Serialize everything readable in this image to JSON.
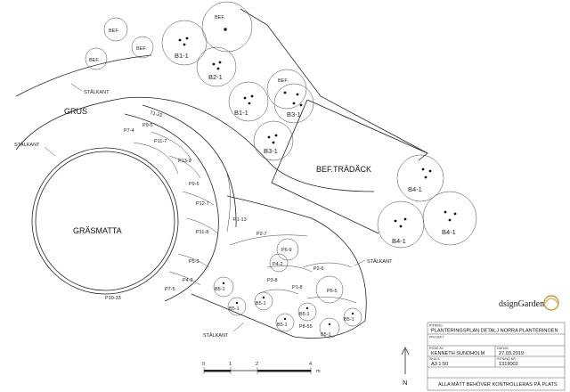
{
  "areas": {
    "grus": "GRUS",
    "grasmatta": "GRÄSMATTA",
    "tradack": "BEF.TRÄDÄCK",
    "stalkant": "STÅLKANT"
  },
  "trees": {
    "bef": "BEF.",
    "b1_1": "B1-1",
    "b2_1": "B2-1",
    "b3_1": "B3-1",
    "b4_1": "B4-1",
    "b5_1": "B5-1"
  },
  "beds": {
    "t1_22": "T1-22",
    "p7_4": "P7-4",
    "p9_5a": "P9-5",
    "p11_7": "P11-7",
    "p13_9": "P13-9",
    "p9_5b": "P9-5",
    "p12_7": "P12-7",
    "p11_8": "P11-8",
    "p5_3": "P5-3",
    "p4_2a": "P4-2",
    "p7_5": "P7-5",
    "p10_33": "P10-33",
    "p1_13": "P1-13",
    "p2_7": "P2-7",
    "p6_9": "P6-9",
    "p4_2b": "P4-2",
    "p2_6": "P2-6",
    "p3_8": "P3-8",
    "p1_8": "P1-8",
    "p5_5": "P5-5",
    "p8_55": "P8-55"
  },
  "scale": {
    "ticks": [
      "0",
      "1",
      "2",
      "4"
    ],
    "unit": "m"
  },
  "north": "N",
  "logo": {
    "text": "dsignGarden"
  },
  "title_block": {
    "ritning_caption": "RITNING",
    "ritning_value": "PLANTERINGSPLAN DETALJ NORRA PLANTERINGEN",
    "projekt_caption": "PROJEKT",
    "ritad_caption": "RITAD AV",
    "ritad_value": "KENNETH SUNDHOLM",
    "datum_caption": "DATUM",
    "datum_value": "27.03.2019",
    "skala_caption": "SKALA",
    "skala_value": "A3 1:50",
    "ritnr_caption": "RITNING NR",
    "ritnr_value": "1319002",
    "note": "ALLA MÅTT BEHÖVER KONTROLLERAS PÅ PLATS"
  }
}
